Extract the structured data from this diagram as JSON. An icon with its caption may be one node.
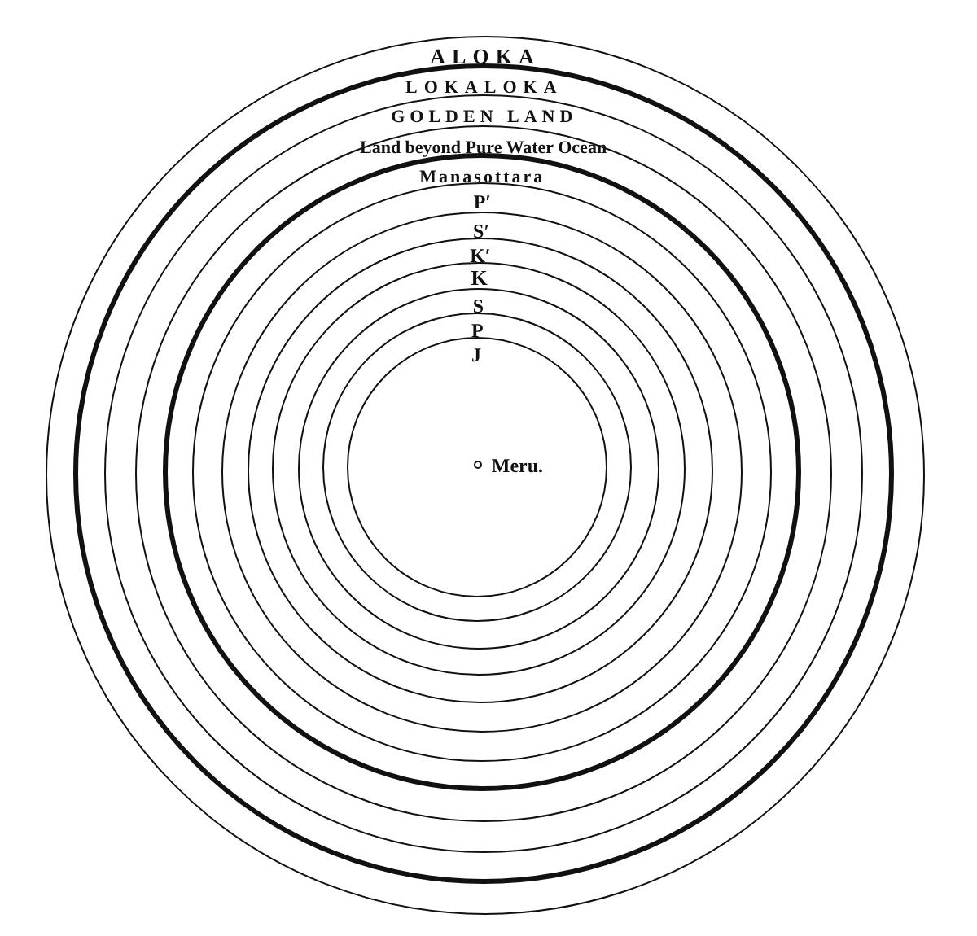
{
  "diagram": {
    "nodes": [
      {
        "text": [
          "ALOKA"
        ]
      },
      {
        "text": [
          "LOKALOKA"
        ],
        "in": 0
      },
      {
        "text": [
          "GOLDEN LAND"
        ],
        "in": 1
      },
      {
        "text": [
          "Land beyond Pure Water Ocean"
        ],
        "in": 2
      },
      {
        "text": [
          "Manasottara"
        ],
        "in": 3
      },
      {
        "text": [
          "P′"
        ],
        "in": 4
      },
      {
        "text": [
          "S′"
        ],
        "in": 5
      },
      {
        "text": [
          "K′"
        ],
        "in": 6
      },
      {
        "text": [
          "K"
        ],
        "in": 7
      },
      {
        "text": [
          "S"
        ],
        "in": 8
      },
      {
        "text": [
          "P"
        ],
        "in": 9
      },
      {
        "text": [
          "J"
        ],
        "in": 10
      },
      {
        "text": [
          "Meru."
        ],
        "in": 11
      }
    ]
  }
}
